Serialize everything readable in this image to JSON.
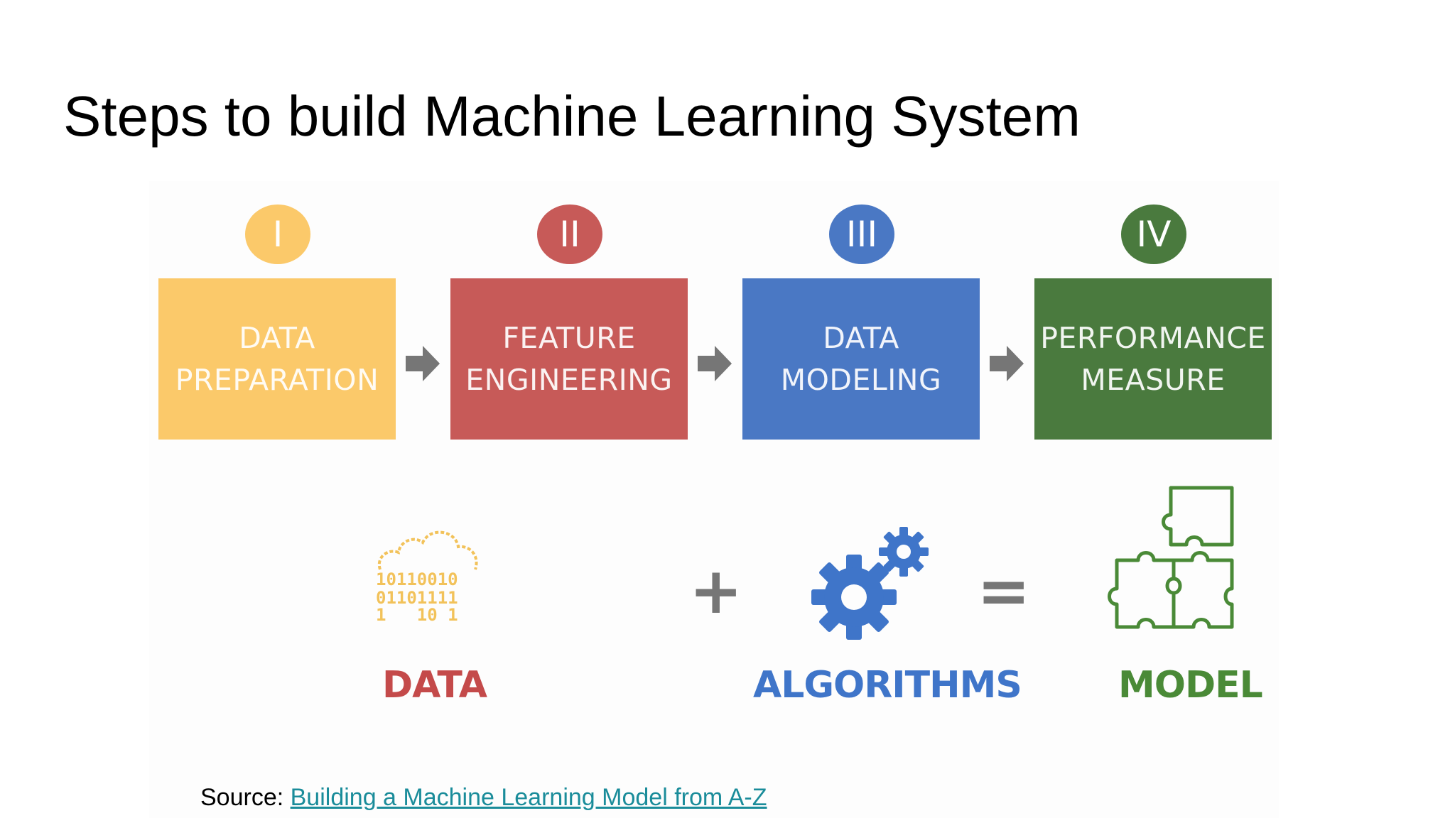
{
  "title": "Steps to build Machine Learning System",
  "steps": [
    {
      "numeral": "I",
      "line1": "DATA",
      "line2": "PREPARATION",
      "color": "#fbc96a"
    },
    {
      "numeral": "II",
      "line1": "FEATURE",
      "line2": "ENGINEERING",
      "color": "#c75a58"
    },
    {
      "numeral": "III",
      "line1": "DATA",
      "line2": "MODELING",
      "color": "#4a78c4"
    },
    {
      "numeral": "IV",
      "line1": "PERFORMANCE",
      "line2": "MEASURE",
      "color": "#4a7a3e"
    }
  ],
  "equation": {
    "data_label": "DATA",
    "plus": "+",
    "algorithms_label": "ALGORITHMS",
    "equals": "=",
    "model_label": "MODEL",
    "data_icon_digits": [
      "10110010",
      "01101111",
      "1   10 1"
    ]
  },
  "source": {
    "prefix": "Source: ",
    "link_text": "Building a Machine Learning Model from A-Z"
  },
  "colors": {
    "arrow": "#767676",
    "data_label": "#c44a4a",
    "algorithms_label": "#3f75c9",
    "model_label": "#4a8a37",
    "data_icon": "#f2c25a",
    "gear": "#3f75c9",
    "puzzle": "#4a8a37"
  }
}
